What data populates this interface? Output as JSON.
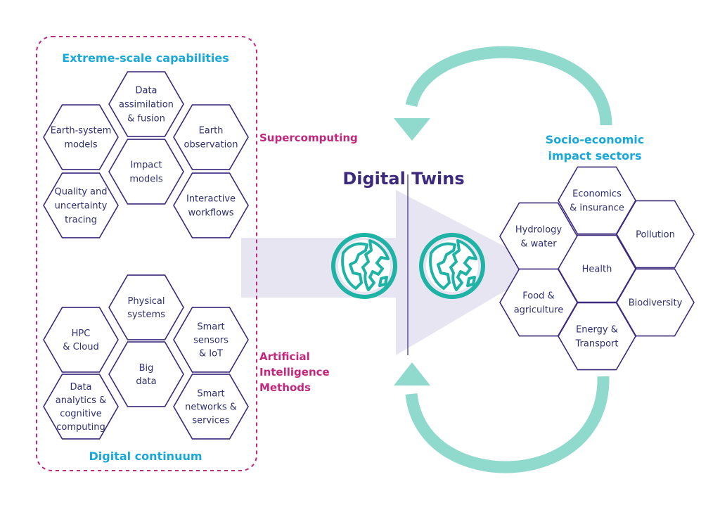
{
  "colors": {
    "cyan": "#1aa8d8",
    "magenta": "#c2277d",
    "purple": "#3d2a7d",
    "teal_arrow": "#8fd9cd",
    "globe": "#1fb3a6",
    "band": "#e7e5f1"
  },
  "left_panel": {
    "top_title": "Extreme-scale capabilities",
    "bottom_title": "Digital continuum",
    "top_hexes": [
      "Data|assimilation|& fusion",
      "Earth-system|models",
      "Earth|observation",
      "Impact|models",
      "Quality and|uncertainty|tracing",
      "Interactive|workflows"
    ],
    "bottom_hexes": [
      "Physical|systems",
      "HPC|& Cloud",
      "Smart|sensors|& IoT",
      "Big|data",
      "Data|analytics &|cognitive|computing",
      "Smart|networks &|services"
    ]
  },
  "side_labels": {
    "supercomputing": "Supercomputing",
    "ai": "Artificial|Intelligence|Methods"
  },
  "center": {
    "title": "Digital Twins",
    "icons": [
      "globe-icon",
      "globe-icon"
    ]
  },
  "right_panel": {
    "title": "Socio-economic|impact sectors",
    "hexes": [
      "Economics|& insurance",
      "Hydrology|& water",
      "Pollution",
      "Health",
      "Food &|agriculture",
      "Biodiversity",
      "Energy &|Transport"
    ]
  }
}
